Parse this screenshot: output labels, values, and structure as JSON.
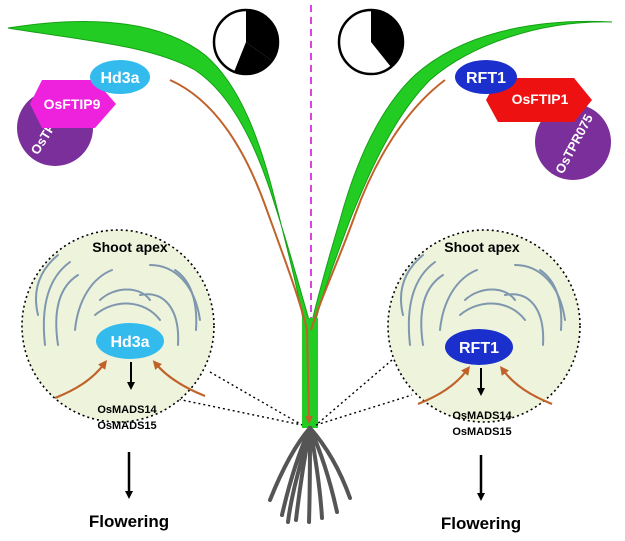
{
  "left": {
    "protein": "Hd3a",
    "receptor": "OsFTIP9",
    "partner": "OsTPR075",
    "apex_title": "Shoot apex",
    "apex_protein": "Hd3a",
    "gene1": "OsMADS14",
    "gene2": "OsMADS15",
    "outcome": "Flowering"
  },
  "right": {
    "protein": "RFT1",
    "receptor": "OsFTIP1",
    "partner": "OsTPR075",
    "apex_title": "Shoot apex",
    "apex_protein": "RFT1",
    "gene1": "OsMADS14",
    "gene2": "OsMADS15",
    "outcome": "Flowering"
  },
  "colors": {
    "leaf": "#22cc22",
    "leaf_outline": "#15a015",
    "vein": "#c0622a",
    "hd3a_fill": "#33bbee",
    "rft1_fill": "#1a2fcc",
    "osftip9": "#ee22dd",
    "osftip1": "#ee1111",
    "ostpr075": "#7a2f9a",
    "apex_bg": "#eef3dc",
    "divider": "#dd44dd",
    "root": "#555555"
  },
  "icons": {
    "left_dial": "day-length-clock-icon",
    "right_dial": "day-length-clock-icon"
  }
}
